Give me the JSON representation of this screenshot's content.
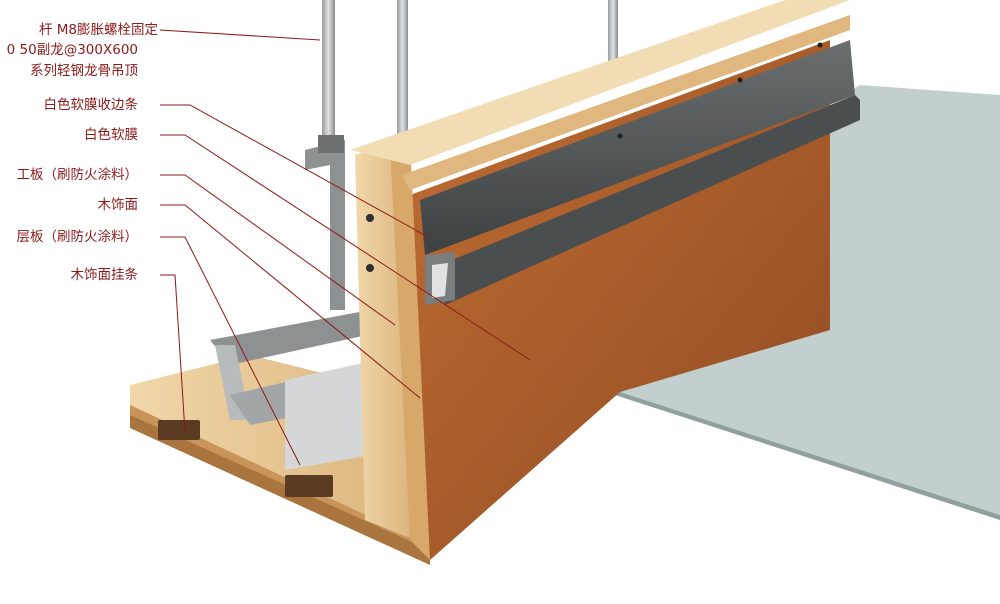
{
  "labels": {
    "rod": "杆 M8膨胀螺栓固定",
    "keel": "0  50副龙@300X600",
    "system": "系列轻钢龙骨吊顶",
    "edge_strip": "白色软膜收边条",
    "membrane": "白色软膜",
    "board": "工板（刷防火涂料）",
    "veneer": "木饰面",
    "plywood": "层板（刷防火涂料）",
    "hanger": "木饰面挂条"
  },
  "colors": {
    "leader": "#8b1a1a",
    "label_text": "#8b1a1a",
    "membrane": "#b9c7c5",
    "wood_veneer": "#b2622e",
    "steel": "#5a5d5e",
    "plywood": "#e6c596"
  }
}
